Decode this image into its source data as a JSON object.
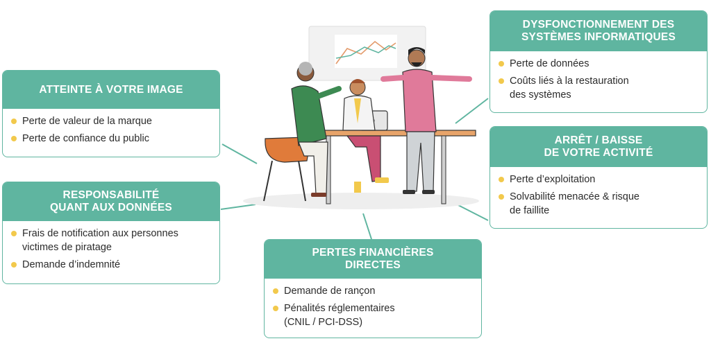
{
  "theme": {
    "accent": "#5fb5a0",
    "bullet": "#f2c94c"
  },
  "cards": {
    "image": {
      "title": "ATTEINTE À VOTRE IMAGE",
      "items": [
        "Perte de valeur de la marque",
        "Perte de confiance du public"
      ]
    },
    "data": {
      "title": "RESPONSABILITÉ\nQUANT AUX DONNÉES",
      "items": [
        "Frais de notification aux personnes\nvictimes de piratage",
        "Demande d’indemnité"
      ]
    },
    "systems": {
      "title": "DYSFONCTIONNEMENT DES\nSYSTÈMES INFORMATIQUES",
      "items": [
        "Perte de données",
        "Coûts liés à la restauration\ndes systèmes"
      ]
    },
    "activity": {
      "title": "ARRÊT / BAISSE\nDE VOTRE ACTIVITÉ",
      "items": [
        "Perte d’exploitation",
        "Solvabilité menacée & risque\nde faillite"
      ]
    },
    "financial": {
      "title": "PERTES FINANCIÈRES\nDIRECTES",
      "items": [
        "Demande de rançon",
        "Pénalités réglementaires\n(CNIL / PCI-DSS)"
      ]
    }
  },
  "illustration": {
    "icon": "team-meeting-illustration"
  }
}
